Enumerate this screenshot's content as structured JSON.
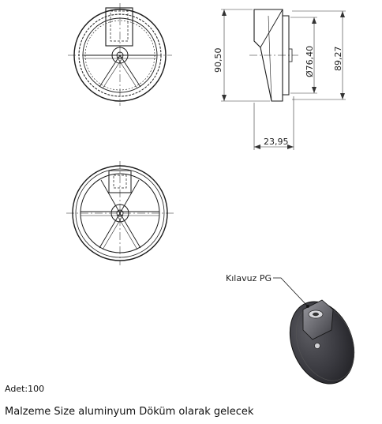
{
  "dimensions": {
    "height_outer": "90,50",
    "diameter_inner": "Ø76,40",
    "height_right": "89,27",
    "thickness": "23,95"
  },
  "callout": {
    "label": "Kılavuz PG"
  },
  "notes": {
    "quantity": "Adet:100",
    "material": "Malzeme Size aluminyum Döküm olarak gelecek"
  },
  "colors": {
    "line": "#1a1a1a",
    "dimension": "#333333",
    "solid_dark": "#2e2e32",
    "solid_mid": "#4a4a50",
    "solid_light": "#8a8a90"
  }
}
